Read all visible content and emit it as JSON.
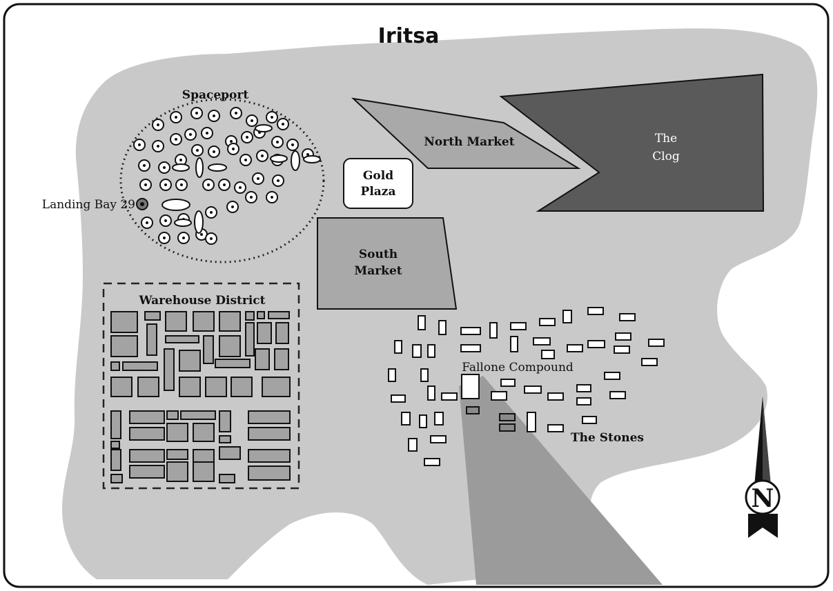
{
  "map": {
    "title": "Iritsa",
    "colors": {
      "land": "#c9c9c9",
      "border": "#111111",
      "market": "#a9a9a9",
      "clog": "#5a5a5a",
      "path": "#9b9b9b",
      "building_fill": "#ffffff",
      "block_fill": "#a3a3a3"
    },
    "labels": {
      "spaceport": "Spaceport",
      "landing_bay": "Landing Bay 29",
      "north_market": "North Market",
      "the_clog_line1": "The",
      "the_clog_line2": "Clog",
      "gold_plaza_line1": "Gold",
      "gold_plaza_line2": "Plaza",
      "south_market_line1": "South",
      "south_market_line2": "Market",
      "warehouse_district": "Warehouse District",
      "fallone_compound": "Fallone Compound",
      "the_stones": "The Stones"
    },
    "compass": {
      "letter": "N",
      "icon": "compass-north-icon"
    }
  }
}
